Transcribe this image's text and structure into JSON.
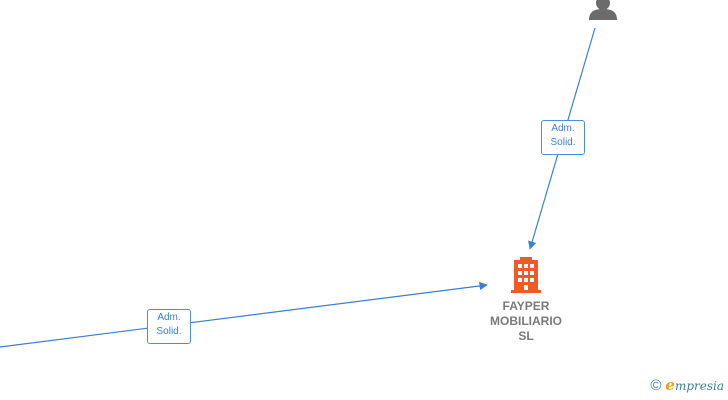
{
  "graph": {
    "company": {
      "name_lines": [
        "FAYPER",
        "MOBILIARIO",
        "SL"
      ],
      "icon": "building-icon",
      "icon_color": "#f05a28"
    },
    "person": {
      "icon": "person-icon",
      "icon_color": "#6b6b6b"
    },
    "edges": [
      {
        "label_lines": [
          "Adm.",
          "Solid."
        ],
        "from": "person",
        "to": "company"
      },
      {
        "label_lines": [
          "Adm.",
          "Solid."
        ],
        "from": "offscreen-left",
        "to": "company"
      }
    ],
    "edge_color": "#3a7fd0"
  },
  "footer": {
    "copyright_symbol": "©",
    "brand_initial": "e",
    "brand_rest": "mpresia"
  }
}
